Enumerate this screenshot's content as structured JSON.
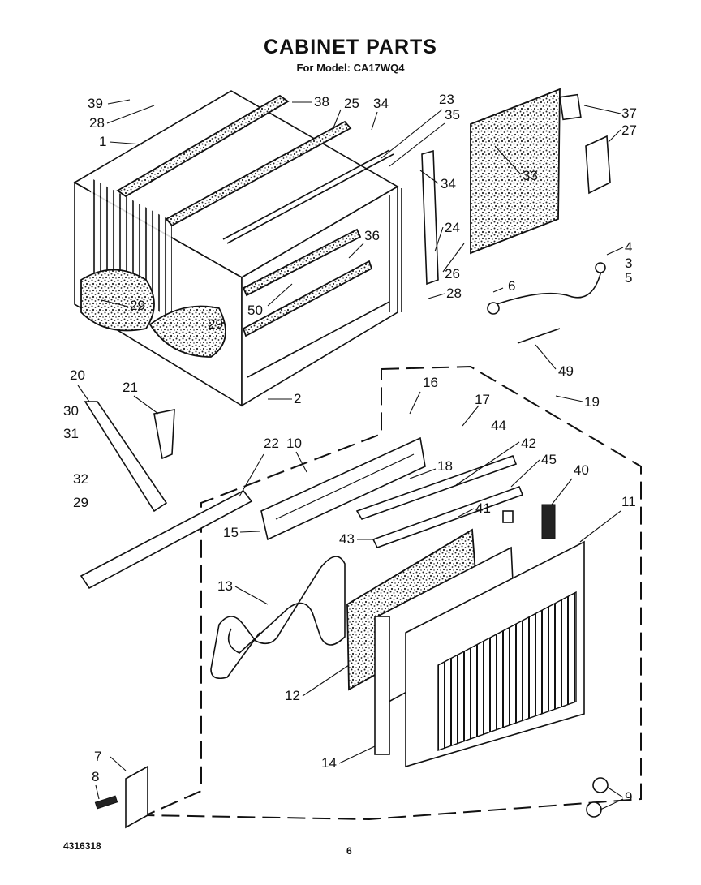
{
  "header": {
    "title": "CABINET PARTS",
    "subtitle": "For Model: CA17WQ4"
  },
  "footer": {
    "doc_number": "4316318",
    "page": "6"
  },
  "callouts": [
    "39",
    "28",
    "1",
    "38",
    "25",
    "34",
    "23",
    "35",
    "37",
    "27",
    "33",
    "34",
    "24",
    "26",
    "4",
    "3",
    "5",
    "6",
    "28",
    "29",
    "29",
    "50",
    "36",
    "2",
    "49",
    "19",
    "20",
    "21",
    "30",
    "31",
    "32",
    "29",
    "22",
    "10",
    "16",
    "17",
    "44",
    "42",
    "18",
    "45",
    "40",
    "15",
    "41",
    "43",
    "11",
    "13",
    "12",
    "14",
    "7",
    "8",
    "9"
  ]
}
